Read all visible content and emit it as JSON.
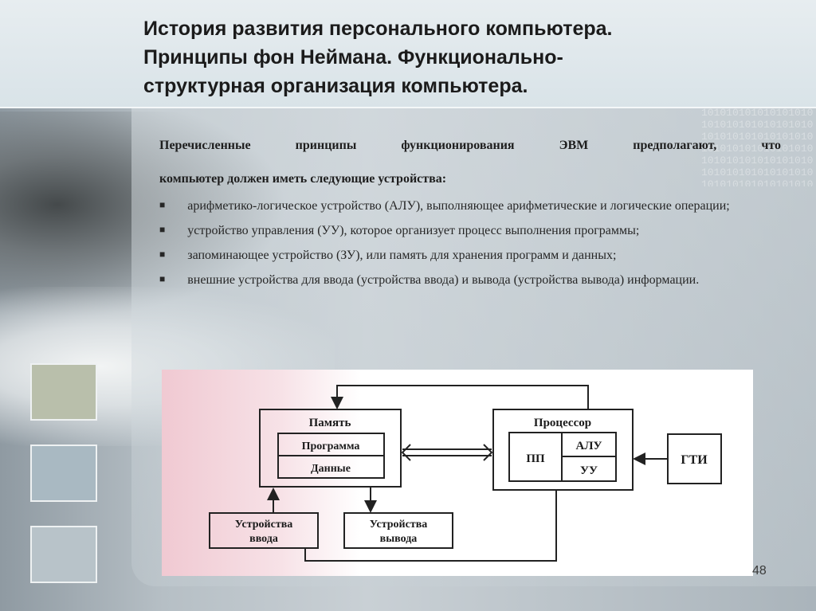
{
  "slide": {
    "title": "История развития персонального компьютера.\nПринципы фон Неймана. Функционально-\nструктурная организация компьютера.",
    "page_number": "48"
  },
  "body": {
    "intro_line1": "Перечисленные принципы функционирования ЭВМ предполагают, что",
    "intro_line2": "компьютер должен иметь следующие устройства:",
    "bullet_mark": "■",
    "bullets": [
      "арифметико-логическое устройство (АЛУ), выполняющее арифметические и логические операции;",
      "устройство управления (УУ), которое организует процесс выполнения программы;",
      "запоминающее устройство (ЗУ), или память для хранения программ и данных;",
      "внешние устройства для ввода (устройства ввода) и вывода (устройства вывода) информации."
    ]
  },
  "diagram": {
    "memory_title": "Память",
    "memory_program": "Программа",
    "memory_data": "Данные",
    "processor_title": "Процессор",
    "processor_pp": "ПП",
    "processor_alu": "АЛУ",
    "processor_uu": "УУ",
    "gti": "ГТИ",
    "input_line1": "Устройства",
    "input_line2": "ввода",
    "output_line1": "Устройства",
    "output_line2": "вывода"
  },
  "decor": {
    "binary_text": "10101010101010101010101010101010101010101010101010101010101010101010101010101010101010101010101010101010101010101010101010101010101010101010"
  }
}
